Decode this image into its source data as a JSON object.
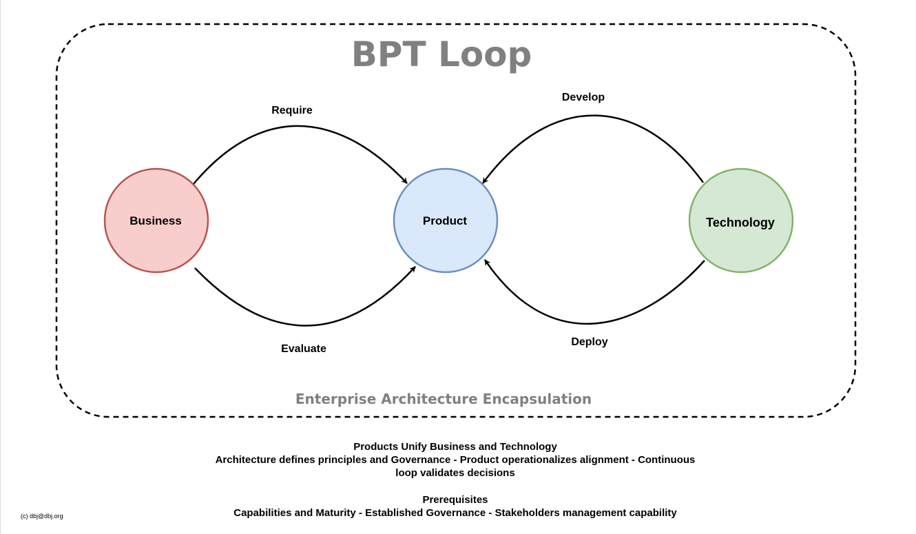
{
  "title": "BPT Loop",
  "container_label": "Enterprise Architecture Encapsulation",
  "nodes": {
    "business": {
      "label": "Business",
      "fill": "#f8cecc",
      "stroke": "#b85450"
    },
    "product": {
      "label": "Product",
      "fill": "#dae8fc",
      "stroke": "#6c8ebf"
    },
    "technology": {
      "label": "Technology",
      "fill": "#d5e8d4",
      "stroke": "#82b366"
    }
  },
  "edges": {
    "require": "Require",
    "evaluate": "Evaluate",
    "develop": "Develop",
    "deploy": "Deploy"
  },
  "caption": {
    "line1": "Products Unify Business and Technology",
    "line2": "Architecture defines principles and Governance - Product operationalizes alignment - Continuous",
    "line3": "loop validates decisions",
    "prereq_heading": "Prerequisites",
    "prereq_text": "Capabilities and Maturity - Established Governance - Stakeholders management capability"
  },
  "copyright": "(c) dbj@dbj.org"
}
